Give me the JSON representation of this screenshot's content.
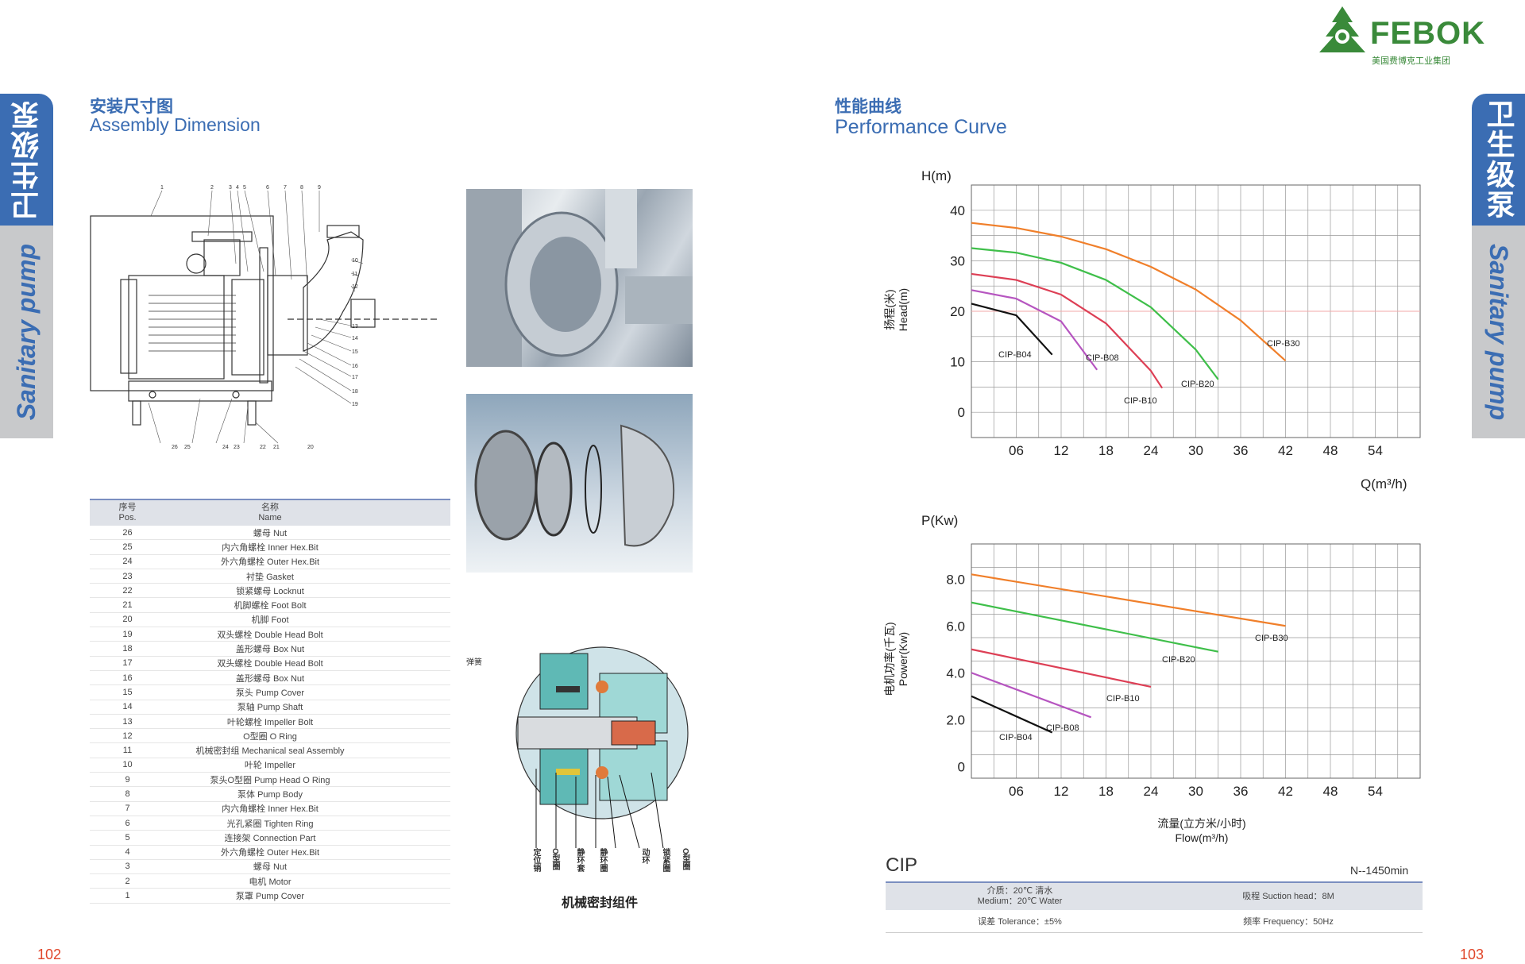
{
  "brand": {
    "name": "FEBOK",
    "subtitle": "美国费博克工业集团"
  },
  "side_tab": {
    "cn": "卫生级泵",
    "en": "Sanitary pump"
  },
  "left": {
    "title_cn": "安装尺寸图",
    "title_en": "Assembly Dimension",
    "page_number": "102",
    "drawing_numbers": [
      "1",
      "2",
      "3",
      "4",
      "5",
      "6",
      "7",
      "8",
      "9",
      "10",
      "11",
      "12",
      "13",
      "14",
      "15",
      "16",
      "17",
      "18",
      "19",
      "26",
      "25",
      "24",
      "23",
      "22",
      "21",
      "20"
    ],
    "table": {
      "header_pos_cn": "序号",
      "header_pos_en": "Pos.",
      "header_name_cn": "名称",
      "header_name_en": "Name",
      "rows": [
        {
          "pos": "26",
          "name": "螺母 Nut"
        },
        {
          "pos": "25",
          "name": "内六角螺栓 Inner Hex.Bit"
        },
        {
          "pos": "24",
          "name": "外六角螺栓 Outer Hex.Bit"
        },
        {
          "pos": "23",
          "name": "衬垫 Gasket"
        },
        {
          "pos": "22",
          "name": "锁紧螺母 Locknut"
        },
        {
          "pos": "21",
          "name": "机脚螺栓 Foot Bolt"
        },
        {
          "pos": "20",
          "name": "机脚 Foot"
        },
        {
          "pos": "19",
          "name": "双头螺栓 Double Head Bolt"
        },
        {
          "pos": "18",
          "name": "盖形螺母 Box Nut"
        },
        {
          "pos": "17",
          "name": "双头螺栓 Double Head Bolt"
        },
        {
          "pos": "16",
          "name": "盖形螺母 Box Nut"
        },
        {
          "pos": "15",
          "name": "泵头 Pump Cover"
        },
        {
          "pos": "14",
          "name": "泵轴 Pump Shaft"
        },
        {
          "pos": "13",
          "name": "叶轮螺栓 Impeller Bolt"
        },
        {
          "pos": "12",
          "name": "O型圈 O Ring"
        },
        {
          "pos": "11",
          "name": "机械密封组 Mechanical seal Assembly"
        },
        {
          "pos": "10",
          "name": "叶轮 Impeller"
        },
        {
          "pos": "9",
          "name": "泵头O型圈 Pump Head O Ring"
        },
        {
          "pos": "8",
          "name": "泵体 Pump Body"
        },
        {
          "pos": "7",
          "name": "内六角螺栓 Inner Hex.Bit"
        },
        {
          "pos": "6",
          "name": "光孔紧圈 Tighten Ring"
        },
        {
          "pos": "5",
          "name": "连接架 Connection Part"
        },
        {
          "pos": "4",
          "name": "外六角螺栓 Outer Hex.Bit"
        },
        {
          "pos": "3",
          "name": "螺母 Nut"
        },
        {
          "pos": "2",
          "name": "电机 Motor"
        },
        {
          "pos": "1",
          "name": "泵罩 Pump Cover"
        }
      ]
    },
    "seal": {
      "spring_label": "弹簧",
      "parts": [
        "定位销",
        "O型圈",
        "静环套",
        "静环圈",
        "动环",
        "锁紧圈",
        "O型圈"
      ],
      "caption": "机械密封组件"
    }
  },
  "right": {
    "title_cn": "性能曲线",
    "title_en": "Performance Curve",
    "page_number": "103",
    "cip_label": "CIP",
    "speed": "N--1450min",
    "conditions": {
      "medium": "介质：20℃ 清水\nMedium：20℃ Water",
      "suction": "吸程 Suction head：8M",
      "tolerance": "误差  Tolerance：±5%",
      "frequency": "频率  Frequency：50Hz"
    }
  },
  "chart_data": [
    {
      "type": "line",
      "title": "",
      "ylabel_top": "H(m)",
      "ylabel_cn": "扬程(米)",
      "ylabel_en": "Head(m)",
      "xlabel": "Q(m³/h)",
      "x_ticks": [
        "06",
        "12",
        "18",
        "24",
        "30",
        "36",
        "42",
        "48",
        "54"
      ],
      "y_ticks": [
        "0",
        "10",
        "20",
        "30",
        "40"
      ],
      "xlim": [
        0,
        60
      ],
      "ylim": [
        -5,
        45
      ],
      "ref_line_y": 20,
      "series": [
        {
          "name": "CIP-B30",
          "color": "#f07f2a",
          "x": [
            0,
            6,
            12,
            18,
            24,
            30,
            36,
            42
          ],
          "y": [
            37.5,
            36.5,
            34.8,
            32.3,
            28.8,
            24.3,
            18.2,
            10.2
          ]
        },
        {
          "name": "CIP-B20",
          "color": "#3fbf4a",
          "x": [
            0,
            6,
            12,
            18,
            24,
            30,
            33
          ],
          "y": [
            32.5,
            31.6,
            29.6,
            26.2,
            20.8,
            12.4,
            6.5
          ]
        },
        {
          "name": "CIP-B10",
          "color": "#dd3f55",
          "x": [
            0,
            6,
            12,
            18,
            24,
            25.5
          ],
          "y": [
            27.4,
            26.2,
            23.3,
            17.6,
            8.2,
            4.8
          ]
        },
        {
          "name": "CIP-B08",
          "color": "#b655c0",
          "x": [
            0,
            6,
            12,
            16.8
          ],
          "y": [
            24.2,
            22.5,
            18,
            8.4
          ]
        },
        {
          "name": "CIP-B04",
          "color": "#111111",
          "x": [
            0,
            6,
            10.8
          ],
          "y": [
            21.5,
            19.2,
            11.4
          ]
        }
      ]
    },
    {
      "type": "line",
      "title": "",
      "ylabel_top": "P(Kw)",
      "ylabel_cn": "电机功率(千瓦)",
      "ylabel_en": "Power(Kw)",
      "xlabel_cn": "流量(立方米/小时)",
      "xlabel_en": "Flow(m³/h)",
      "x_ticks": [
        "06",
        "12",
        "18",
        "24",
        "30",
        "36",
        "42",
        "48",
        "54"
      ],
      "y_ticks": [
        "0",
        "2.0",
        "4.0",
        "6.0",
        "8.0"
      ],
      "xlim": [
        0,
        60
      ],
      "ylim": [
        -0.5,
        9.5
      ],
      "series": [
        {
          "name": "CIP-B30",
          "color": "#f07f2a",
          "x": [
            0,
            42
          ],
          "y": [
            8.2,
            6.0
          ]
        },
        {
          "name": "CIP-B20",
          "color": "#3fbf4a",
          "x": [
            0,
            33
          ],
          "y": [
            7.0,
            4.9
          ]
        },
        {
          "name": "CIP-B10",
          "color": "#dd3f55",
          "x": [
            0,
            24
          ],
          "y": [
            5.0,
            3.4
          ]
        },
        {
          "name": "CIP-B08",
          "color": "#b655c0",
          "x": [
            0,
            16
          ],
          "y": [
            4.0,
            2.1
          ]
        },
        {
          "name": "CIP-B04",
          "color": "#111111",
          "x": [
            0,
            10.8
          ],
          "y": [
            3.0,
            1.45
          ]
        }
      ]
    }
  ]
}
